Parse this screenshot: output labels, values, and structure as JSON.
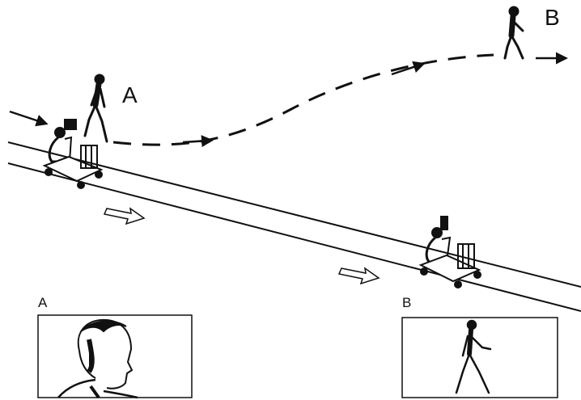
{
  "labels": {
    "top_a": "A",
    "top_b": "B",
    "frame_a": "A",
    "frame_b": "B"
  },
  "colors": {
    "ink": "#111111",
    "paper": "#ffffff"
  },
  "icons": {
    "walking_person": "walking-person-icon",
    "camera_operator": "camera-operator-icon",
    "dolly": "dolly-icon",
    "arrow": "arrow-icon"
  }
}
